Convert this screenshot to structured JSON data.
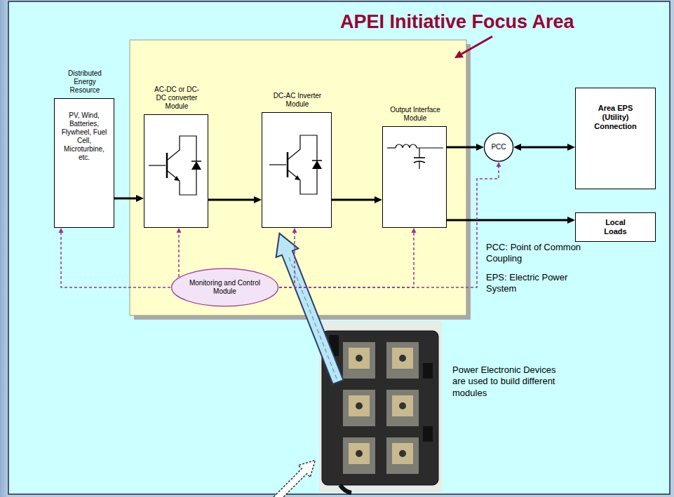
{
  "diagram": {
    "nodes": [
      {
        "text": [
          "APEI Initiative Focus Area"
        ]
      },
      {
        "text": [
          "Distributed Energy Resource",
          "PV, Wind, Batteries, Flywheel, Fuel Cell, Microturbine, etc."
        ]
      },
      {
        "text": [
          "AC-DC or DC-DC converter Module"
        ],
        "in": 0
      },
      {
        "text": [
          "DC-AC Inverter Module"
        ],
        "in": 0
      },
      {
        "text": [
          "Output Interface Module"
        ],
        "in": 0
      },
      {
        "text": [
          "PCC"
        ]
      },
      {
        "text": [
          "Area EPS (Utility) Connection"
        ]
      },
      {
        "text": [
          "Local Loads"
        ]
      },
      {
        "text": [
          "Monitoring and Control Module"
        ],
        "in": 0
      }
    ],
    "edges": [
      {
        "from": 1,
        "to": 2,
        "arrow": "to"
      },
      {
        "from": 2,
        "to": 3,
        "arrow": "to"
      },
      {
        "from": 3,
        "to": 4,
        "arrow": "to"
      },
      {
        "from": 4,
        "to": 5,
        "arrow": "to"
      },
      {
        "from": 5,
        "to": 6,
        "arrow": "both"
      },
      {
        "from": 4,
        "to": 7,
        "arrow": "to"
      },
      {
        "from": 8,
        "to": 1,
        "arrow": "to"
      },
      {
        "from": 8,
        "to": 2,
        "arrow": "to"
      },
      {
        "from": 8,
        "to": 3,
        "arrow": "to"
      },
      {
        "from": 8,
        "to": 4,
        "arrow": "to"
      },
      {
        "from": 8,
        "to": 5,
        "arrow": "to"
      }
    ],
    "labels": [
      "PCC: Point of Common Coupling",
      "EPS: Electric Power System",
      "Power Electronic Devices are used to build different modules"
    ]
  }
}
